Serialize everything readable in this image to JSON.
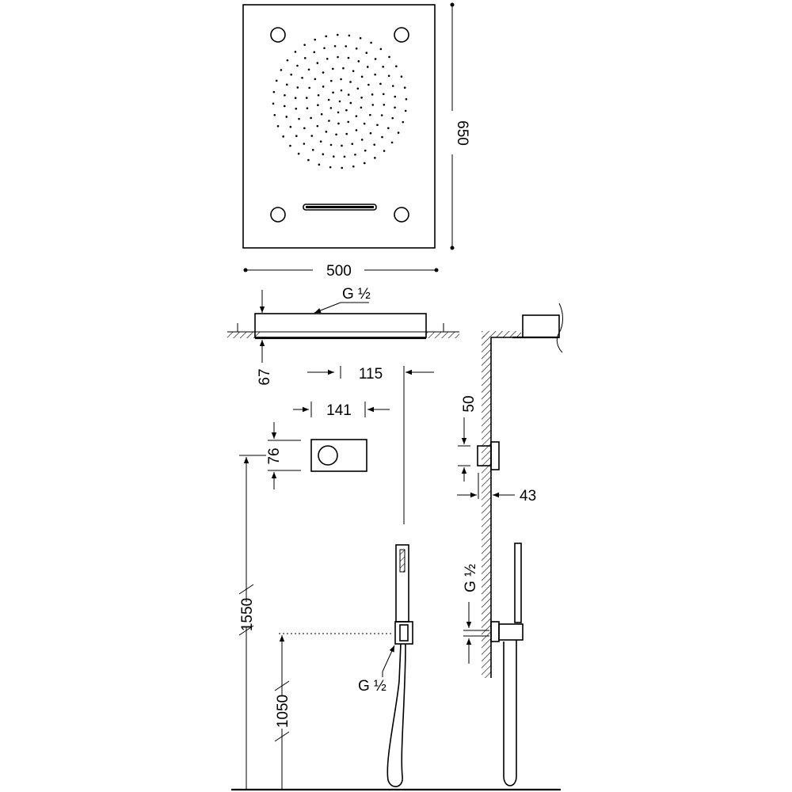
{
  "title": "Shower system technical dimension drawing",
  "dimensions": {
    "head_height": "650",
    "head_width": "500",
    "head_thickness": "67",
    "thread_head": "G ½",
    "outlet_offset": "115",
    "control_width": "141",
    "control_height": "76",
    "control_to_ceiling": "50",
    "control_projection": "43",
    "thread_side": "G ½",
    "thread_handshower": "G ½",
    "control_mount_height": "1550",
    "handshower_mount_height": "1050"
  },
  "colors": {
    "line": "#000000",
    "background": "#ffffff"
  }
}
